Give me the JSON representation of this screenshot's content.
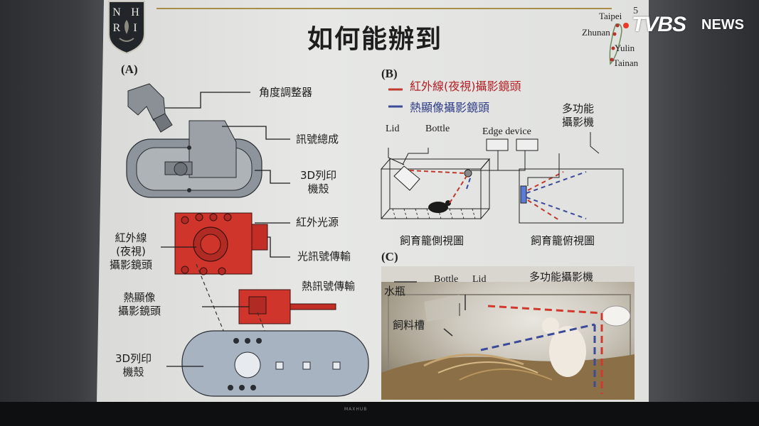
{
  "watermark": {
    "brand": "TVBS",
    "news": "NEWS"
  },
  "projector": {
    "brand": "MAXHUB"
  },
  "slide": {
    "logo_text": [
      "N",
      "H",
      "R",
      "I"
    ],
    "title": "如何能辦到",
    "page_number": "5",
    "map_cities": [
      "Taipei",
      "Zhunan",
      "Yulin",
      "Tainan"
    ],
    "panel_a": {
      "label": "(A)",
      "angle_adjuster": "角度調整器",
      "signal_assembly": "訊號總成",
      "printed_case_top": [
        "3D列印",
        "機殼"
      ],
      "ir_light_source": "紅外光源",
      "ir_camera": [
        "紅外線",
        "(夜視)",
        "攝影鏡頭"
      ],
      "optical_signal": "光訊號傳輸",
      "thermal_signal": "熱訊號傳輸",
      "thermal_camera": [
        "熱顯像",
        "攝影鏡頭"
      ],
      "printed_case_bottom": [
        "3D列印",
        "機殼"
      ]
    },
    "panel_b": {
      "label": "(B)",
      "legend_red": "紅外線(夜視)攝影鏡頭",
      "legend_blue": "熱顯像攝影鏡頭",
      "lid": "Lid",
      "bottle": "Bottle",
      "edge_device": "Edge device",
      "multi_camera": [
        "多功能",
        "攝影機"
      ],
      "side_view": "飼育籠側視圖",
      "top_view": "飼育籠俯視圖"
    },
    "panel_c": {
      "label": "(C)",
      "bottle": "Bottle",
      "lid": "Lid",
      "multi_camera": "多功能攝影機",
      "water_bottle": "水瓶",
      "feed_trough": "飼料槽"
    }
  },
  "colors": {
    "red_line": "#c0392b",
    "blue_line": "#3b4a9a",
    "accent_line": "#a78f4b",
    "slide_bg": "#e7e8e6"
  }
}
